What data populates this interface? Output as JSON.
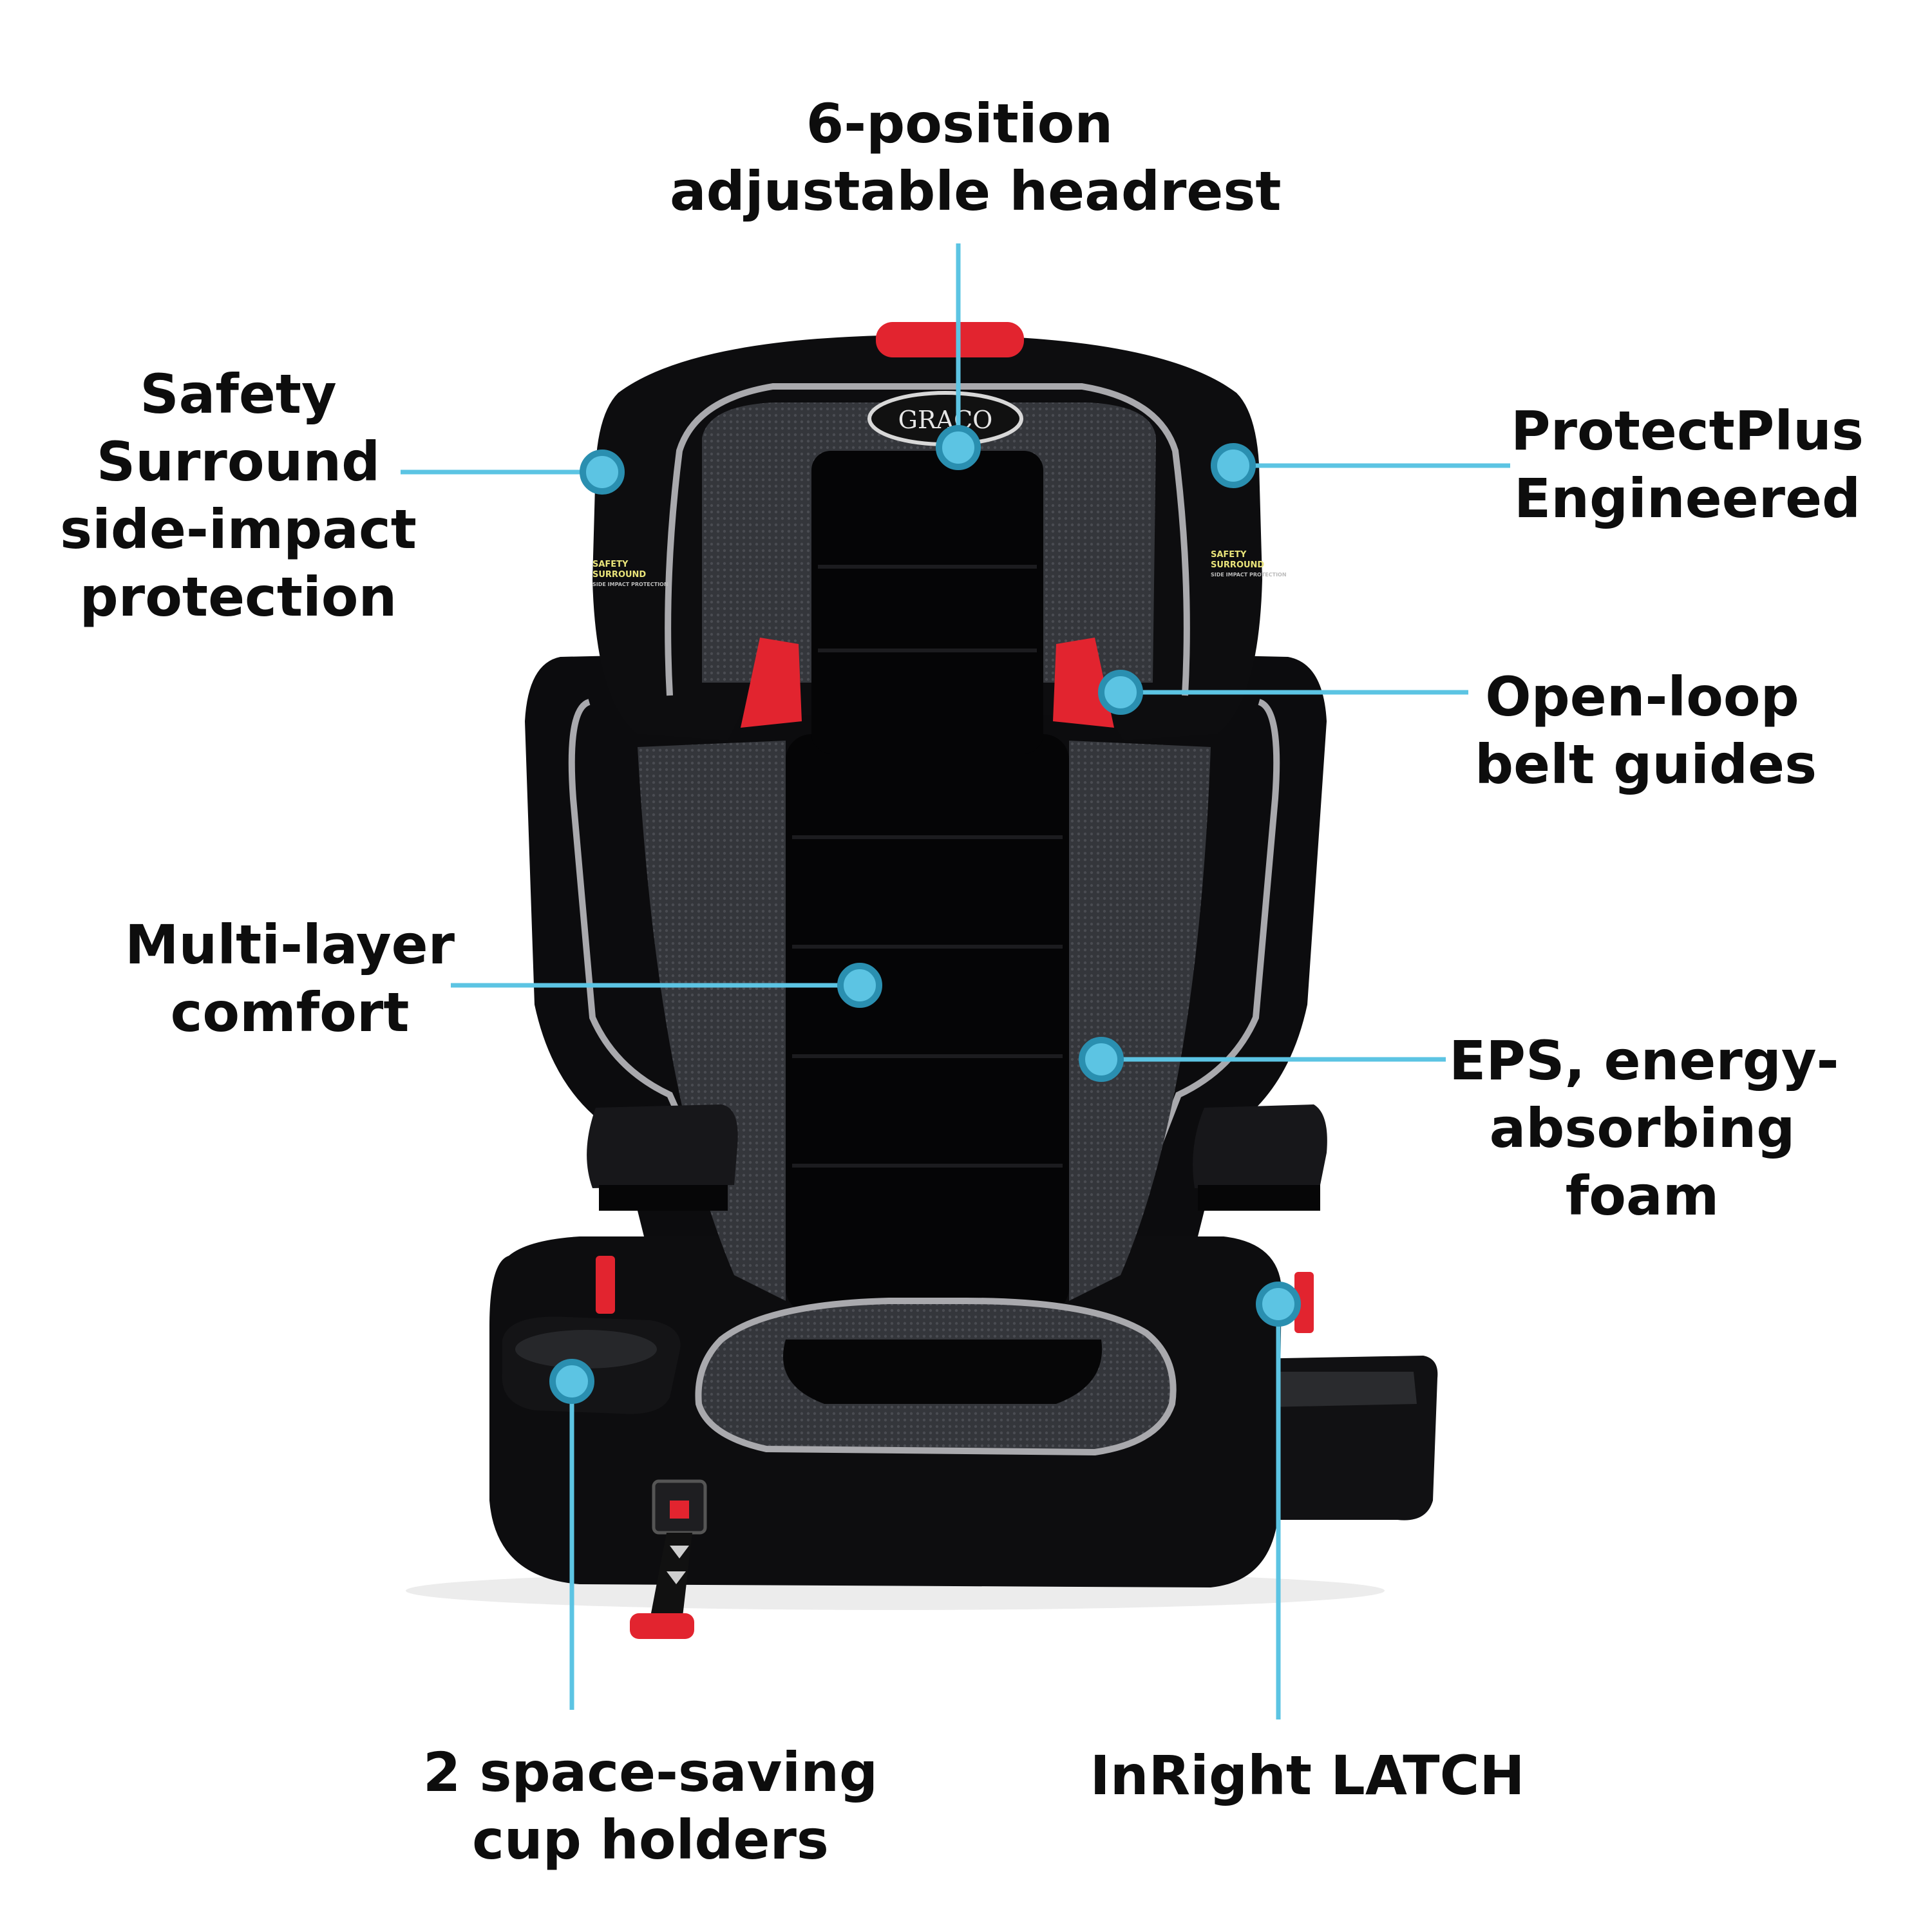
{
  "brand": "GRACO",
  "seat_badge": {
    "line1": "SAFETY",
    "line2": "SURROUND",
    "line3": "SIDE IMPACT PROTECTION"
  },
  "colors": {
    "callout": "#5cc4e3",
    "callout_edge": "#2a8fb0",
    "seat_black": "#0b0b0c",
    "seat_mesh": "#3b3d42",
    "piping": "#a9a9ad",
    "accent_red": "#e2242f"
  },
  "callouts": {
    "headrest": [
      "6-position",
      "adjustable headrest"
    ],
    "side_impact": [
      "Safety",
      "Surround",
      "side-impact",
      "protection"
    ],
    "protectplus": [
      "ProtectPlus",
      "Engineered"
    ],
    "belt_guides": [
      "Open-loop",
      "belt guides"
    ],
    "comfort": [
      "Multi-layer",
      "comfort"
    ],
    "eps_foam": [
      "EPS, energy-",
      "absorbing",
      "foam"
    ],
    "cup_holders": [
      "2 space-saving",
      "cup holders"
    ],
    "latch": [
      "InRight LATCH"
    ]
  }
}
